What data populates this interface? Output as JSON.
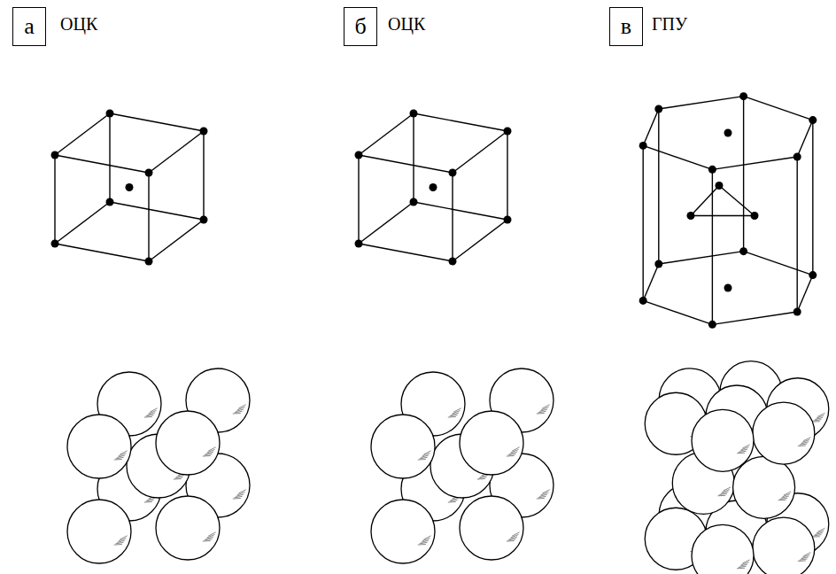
{
  "diagram": {
    "nodes": [
      {
        "text": [
          "а"
        ]
      },
      {
        "text": [
          "б"
        ]
      },
      {
        "text": [
          "в"
        ]
      }
    ],
    "labels": [
      "ОЦК",
      "ОЦК",
      "ГПУ"
    ]
  }
}
